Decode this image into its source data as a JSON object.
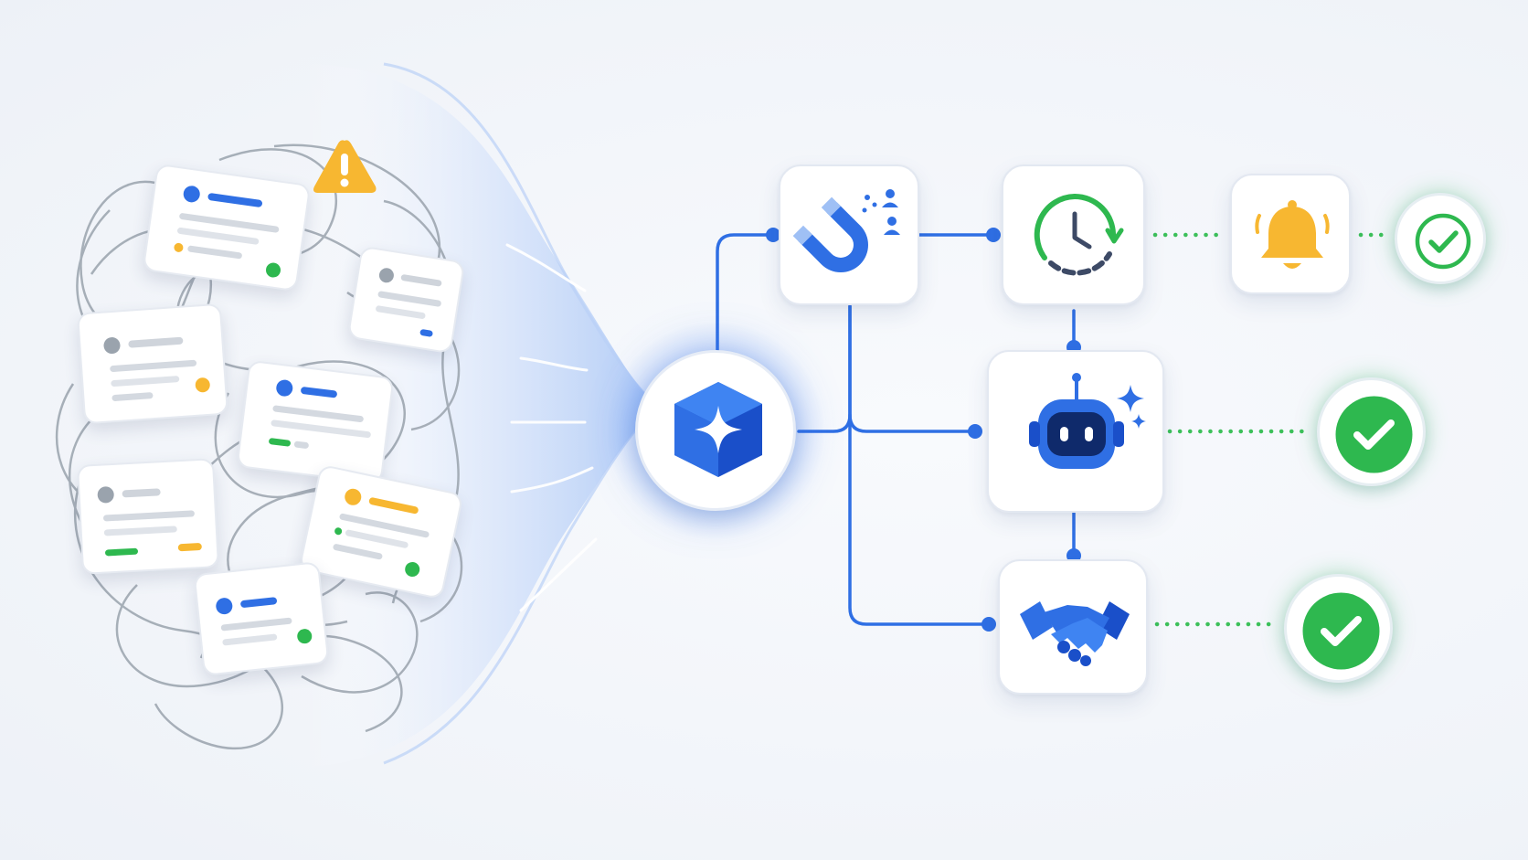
{
  "colors": {
    "accent": "#2f6fe4",
    "accent_dark": "#1a4fc9",
    "success": "#2eb84f",
    "warning": "#f7b731",
    "dotted": "#3cc05a",
    "tangle": "#9aa3ad"
  },
  "hub": {
    "icon": "sparkle-cube-icon"
  },
  "nodes": [
    {
      "id": "attract",
      "icon": "magnet-people-icon"
    },
    {
      "id": "schedule",
      "icon": "clock-refresh-icon"
    },
    {
      "id": "notify",
      "icon": "bell-icon"
    },
    {
      "id": "assistant",
      "icon": "robot-sparkle-icon"
    },
    {
      "id": "agreement",
      "icon": "handshake-icon"
    }
  ],
  "outcomes": [
    {
      "id": "notify-done",
      "icon": "checkmark-icon",
      "style": "outline"
    },
    {
      "id": "assistant-done",
      "icon": "checkmark-icon",
      "style": "filled"
    },
    {
      "id": "agreement-done",
      "icon": "checkmark-icon",
      "style": "filled"
    }
  ],
  "alert": {
    "icon": "warning-triangle-icon",
    "color": "#f7b731"
  },
  "cards": [
    {
      "dot": "#2f6fe4",
      "accent": "#2f6fe4",
      "status": "#2eb84f"
    },
    {
      "dot": "#9aa3ad",
      "accent": "#cfd4db",
      "status": "#2f6fe4"
    },
    {
      "dot": "#9aa3ad",
      "accent": "#cfd4db",
      "status": "#f7b731"
    },
    {
      "dot": "#2f6fe4",
      "accent": "#2f6fe4",
      "status": "#2eb84f"
    },
    {
      "dot": "#9aa3ad",
      "accent": "#cfd4db",
      "status": "#2eb84f"
    },
    {
      "dot": "#f7b731",
      "accent": "#f7b731",
      "status": "#2eb84f"
    },
    {
      "dot": "#2f6fe4",
      "accent": "#2f6fe4",
      "status": "#2eb84f"
    }
  ]
}
